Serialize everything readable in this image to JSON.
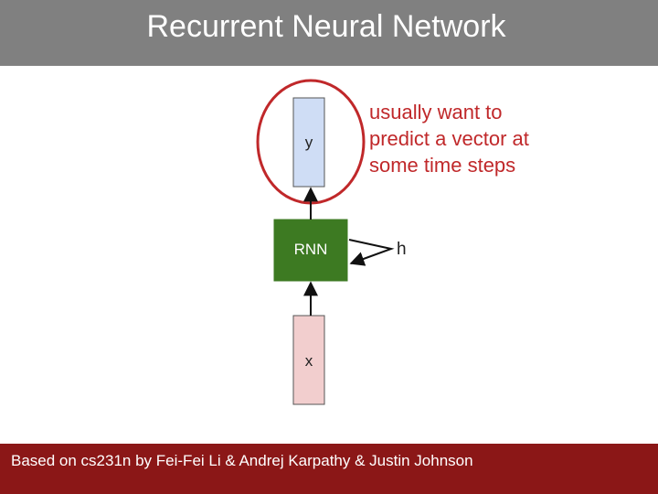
{
  "slide": {
    "title": "Recurrent Neural Network",
    "footer": "Based on cs231n by Fei-Fei Li & Andrej Karpathy & Justin Johnson"
  },
  "diagram": {
    "output_node": {
      "label": "y",
      "color": "#cfddf5"
    },
    "rnn_node": {
      "label": "RNN",
      "color": "#3d7a22"
    },
    "input_node": {
      "label": "x",
      "color": "#f2cece"
    },
    "hidden_state": {
      "label": "h"
    },
    "annotation": "usually want to\npredict a vector at\nsome time steps",
    "highlight_color": "#c0282a"
  }
}
